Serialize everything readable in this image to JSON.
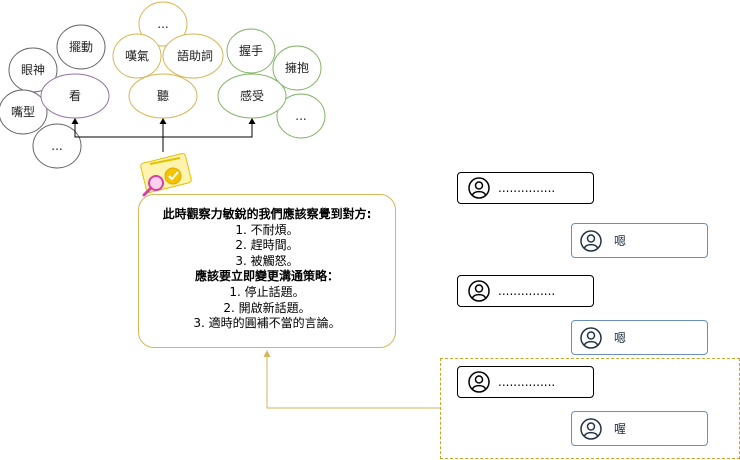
{
  "mind_map": {
    "look": {
      "label": "看",
      "children": [
        "眼神",
        "擺動",
        "嘴型",
        "..."
      ]
    },
    "listen": {
      "label": "聽",
      "children": [
        "...",
        "嘆氣",
        "語助詞"
      ]
    },
    "feel": {
      "label": "感受",
      "children": [
        "握手",
        "擁抱",
        "..."
      ]
    }
  },
  "callout": {
    "heading1": "此時觀察力敏銳的我們應該察覺到對方:",
    "items1": [
      "1. 不耐煩。",
      "2. 趕時間。",
      "3. 被觸怒。"
    ],
    "heading2": "應該要立即變更溝通策略：",
    "items2": [
      "1. 停止話題。",
      "2. 開啟新話題。",
      "3. 適時的圓補不當的言論。"
    ]
  },
  "chat": [
    {
      "speaker": "...............",
      "reply": "嗯"
    },
    {
      "speaker": "...............",
      "reply": "嗯"
    },
    {
      "speaker": "...............",
      "reply": "喔"
    }
  ],
  "colors": {
    "look": "#9673a6",
    "listen": "#d6b656",
    "feel": "#82b366",
    "other": "#666666",
    "callout_border": "#d6b656",
    "reply_border": "#6c8ebf",
    "dashed_highlight": "#c9a227"
  },
  "icons": [
    "magnifier-badge-icon",
    "user-avatar-icon"
  ]
}
